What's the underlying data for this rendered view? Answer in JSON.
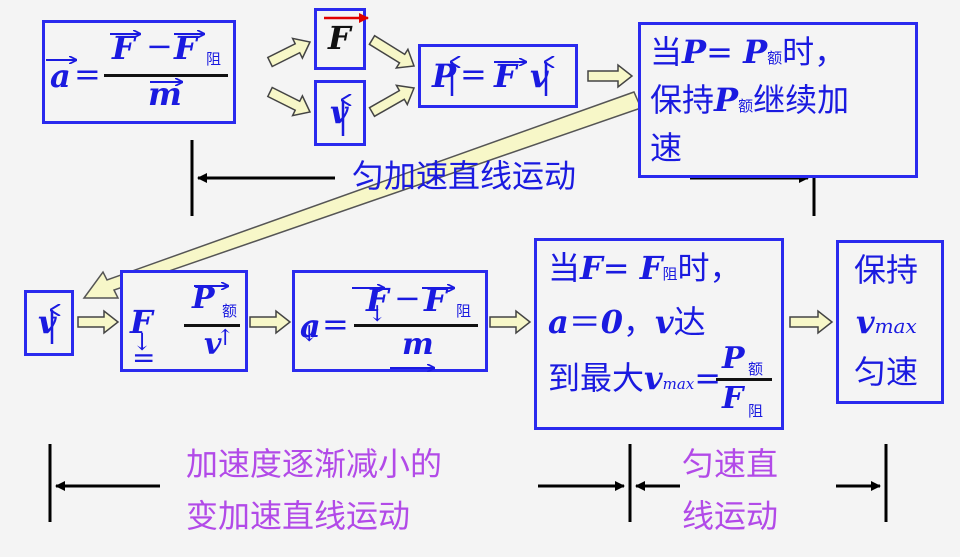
{
  "colors": {
    "box": "#2a2aee",
    "text": "#1a1ae0",
    "arrow_fill": "#f7f7c8",
    "arrow_stroke": "#444444",
    "purple": "#b24ae8",
    "red": "#e00000"
  },
  "row1": {
    "formula_a": {
      "a": "a",
      "eq": "=",
      "F": "F",
      "minus": "−",
      "F2": "F",
      "sub": "阻",
      "m": "m"
    },
    "box_F": {
      "F": "F"
    },
    "box_v": {
      "v": "v"
    },
    "box_P": {
      "P": "P",
      "eq": "=",
      "F": "F",
      "v": "v"
    },
    "note": {
      "line1_a": "当",
      "line1_P": "P",
      "line1_eq": "=",
      "line1_P2": "P",
      "line1_sub": "额",
      "line1_b": "时，",
      "line2_a": "保持",
      "line2_P": "P",
      "line2_sub": "额",
      "line2_b": "继续加",
      "line3": "速"
    }
  },
  "stage1_label": "匀加速直线运动",
  "row2": {
    "box_v": {
      "v": "v"
    },
    "box_F": {
      "F": "F",
      "down": "↓",
      "eq": "=",
      "P": "P",
      "sub": "额",
      "v": "v",
      "up": "↑"
    },
    "box_a": {
      "a": "a",
      "down": "↓",
      "eq": "=",
      "F": "F",
      "down2": "↓",
      "minus": "−",
      "F2": "F",
      "sub": "阻",
      "m": "m"
    },
    "note": {
      "l1_a": "当",
      "l1_F": "F",
      "l1_eq": "=",
      "l1_F2": "F",
      "l1_sub": "阻",
      "l1_b": "时，",
      "l2_a": "a",
      "l2_eq": "＝",
      "l2_zero": "0",
      "l2_comma": "，",
      "l2_v": "v",
      "l2_b": "达",
      "l3_a": "到最大",
      "l3_v": "v",
      "l3_sub": "max",
      "l3_eq": "=",
      "frac_top": "P",
      "frac_sub1": "额",
      "frac_bot": "F",
      "frac_sub2": "阻"
    },
    "final": {
      "l1": "保持",
      "l2_v": "v",
      "l2_sub": "max",
      "l3": "匀速"
    }
  },
  "stage2_label": {
    "line1": "加速度逐渐减小的",
    "line2": "变加速直线运动"
  },
  "stage3_label": {
    "line1": "匀速直",
    "line2": "线运动"
  }
}
